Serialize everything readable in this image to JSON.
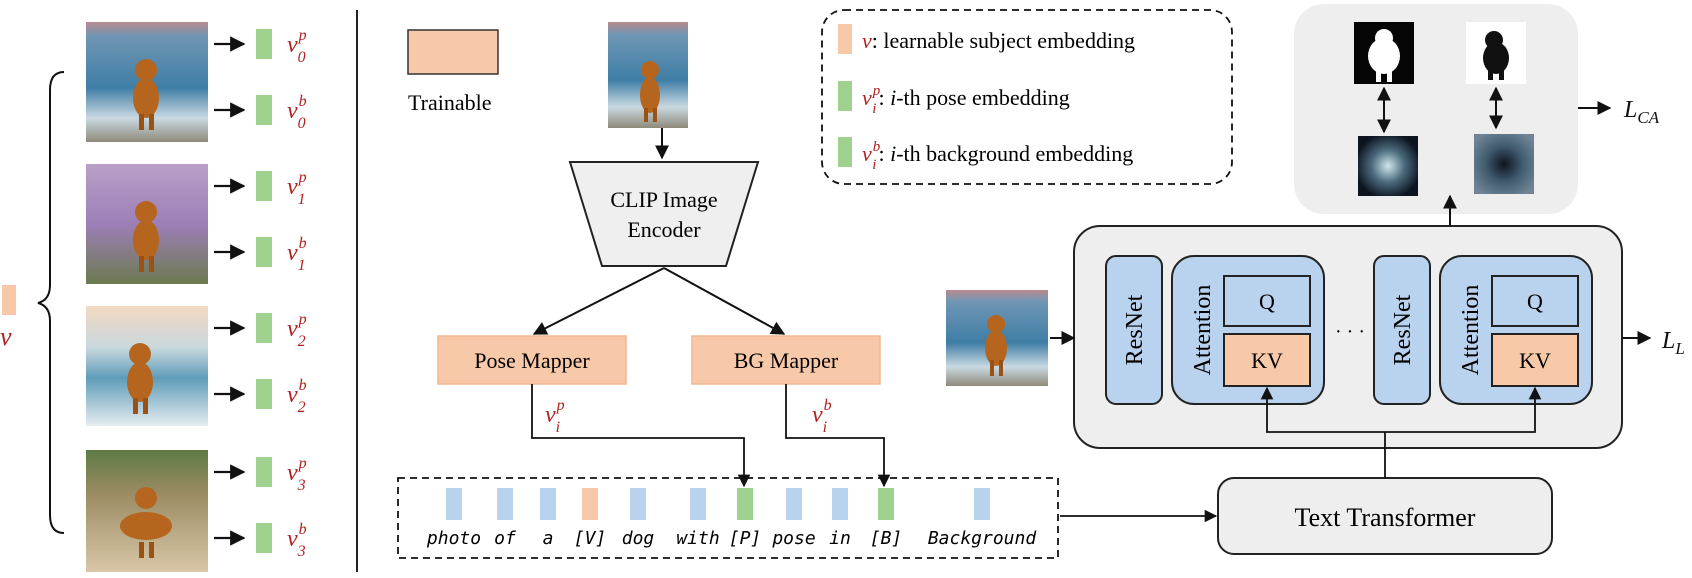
{
  "colors": {
    "trainable": "#f8c9a8",
    "embedding_green": "#9fd18f",
    "token_blue": "#b9d3ee",
    "panel_gray": "#eeeeee",
    "symbol_red": "#b22222"
  },
  "left_panel": {
    "images": [
      {
        "icon": "dog-on-beach-photo",
        "pose": {
          "base": "v",
          "sub": "0",
          "sup": "p"
        },
        "bg": {
          "base": "v",
          "sub": "0",
          "sup": "b"
        }
      },
      {
        "icon": "dog-in-lavender-photo",
        "pose": {
          "base": "v",
          "sub": "1",
          "sup": "p"
        },
        "bg": {
          "base": "v",
          "sub": "1",
          "sup": "b"
        }
      },
      {
        "icon": "dog-running-surf-photo",
        "pose": {
          "base": "v",
          "sub": "2",
          "sup": "p"
        },
        "bg": {
          "base": "v",
          "sub": "2",
          "sup": "b"
        }
      },
      {
        "icon": "dog-lying-sand-photo",
        "pose": {
          "base": "v",
          "sub": "3",
          "sup": "p"
        },
        "bg": {
          "base": "v",
          "sub": "3",
          "sup": "b"
        }
      }
    ],
    "subject_symbol": "v"
  },
  "legend_trainable": "Trainable",
  "clip_encoder": {
    "line1": "CLIP Image",
    "line2": "Encoder"
  },
  "pose_mapper": "Pose Mapper",
  "bg_mapper": "BG Mapper",
  "pose_output": {
    "base": "v",
    "sub": "i",
    "sup": "p"
  },
  "bg_output": {
    "base": "v",
    "sub": "i",
    "sup": "b"
  },
  "legend_box": {
    "items": [
      {
        "sym": "v",
        "sub": "",
        "sup": "",
        "text": ": learnable subject embedding"
      },
      {
        "sym": "v",
        "sub": "i",
        "sup": "p",
        "text_italic": "i",
        "text": "-th pose embedding"
      },
      {
        "sym": "v",
        "sub": "i",
        "sup": "b",
        "text_italic": "i",
        "text": "-th background embedding"
      }
    ]
  },
  "prompt_tokens": [
    "photo",
    "of",
    "a",
    "[V]",
    "dog",
    "with",
    "[P]",
    "pose",
    "in",
    "[B]",
    "Background"
  ],
  "unet": {
    "resnet_label": "ResNet",
    "attention_label": "Attention",
    "q_label": "Q",
    "kv_label": "KV",
    "ellipsis": "· · ·"
  },
  "text_transformer": "Text Transformer",
  "loss_ca": {
    "base": "L",
    "sub": "CA"
  },
  "loss_l": {
    "base": "L",
    "sub": "L"
  }
}
